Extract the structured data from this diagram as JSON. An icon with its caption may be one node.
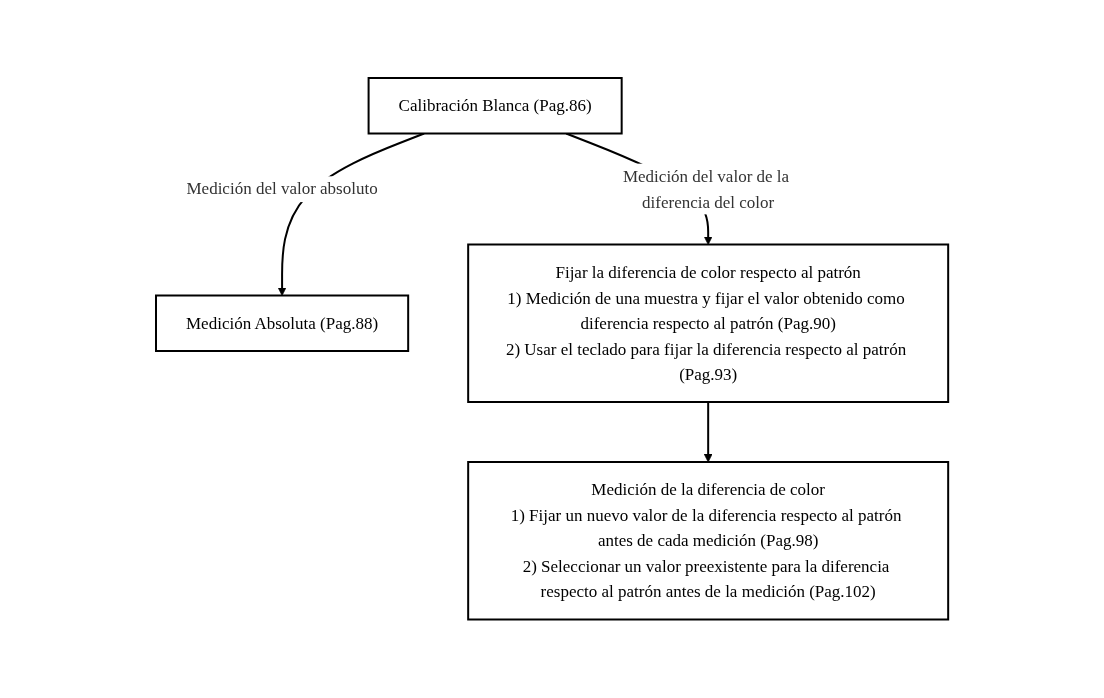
{
  "diagram": {
    "nodes": [
      {
        "text": [
          "Calibración Blanca (Pag.86)"
        ]
      },
      {
        "text": [
          "Medición Absoluta (Pag.88)"
        ]
      },
      {
        "text": [
          "Fijar la diferencia de color respecto al patrón",
          "1) Medición de una muestra y fijar el valor obtenido como diferencia respecto al patrón (Pag.90)",
          "2) Usar el teclado para fijar la diferencia respecto al patrón (Pag.93)"
        ]
      },
      {
        "text": [
          "Medición de la diferencia de color",
          "1) Fijar un nuevo valor de la diferencia respecto al patrón antes de cada medición (Pag.98)",
          "2) Seleccionar un valor preexistente para la diferencia respecto al patrón antes de la medición (Pag.102)"
        ]
      }
    ],
    "edges": [
      {
        "from": 0,
        "to": 1,
        "arrow": "to",
        "label": "Medición del valor absoluto"
      },
      {
        "from": 0,
        "to": 2,
        "arrow": "to",
        "label": "Medición del valor de la diferencia del color"
      },
      {
        "from": 2,
        "to": 3,
        "arrow": "to"
      }
    ]
  }
}
